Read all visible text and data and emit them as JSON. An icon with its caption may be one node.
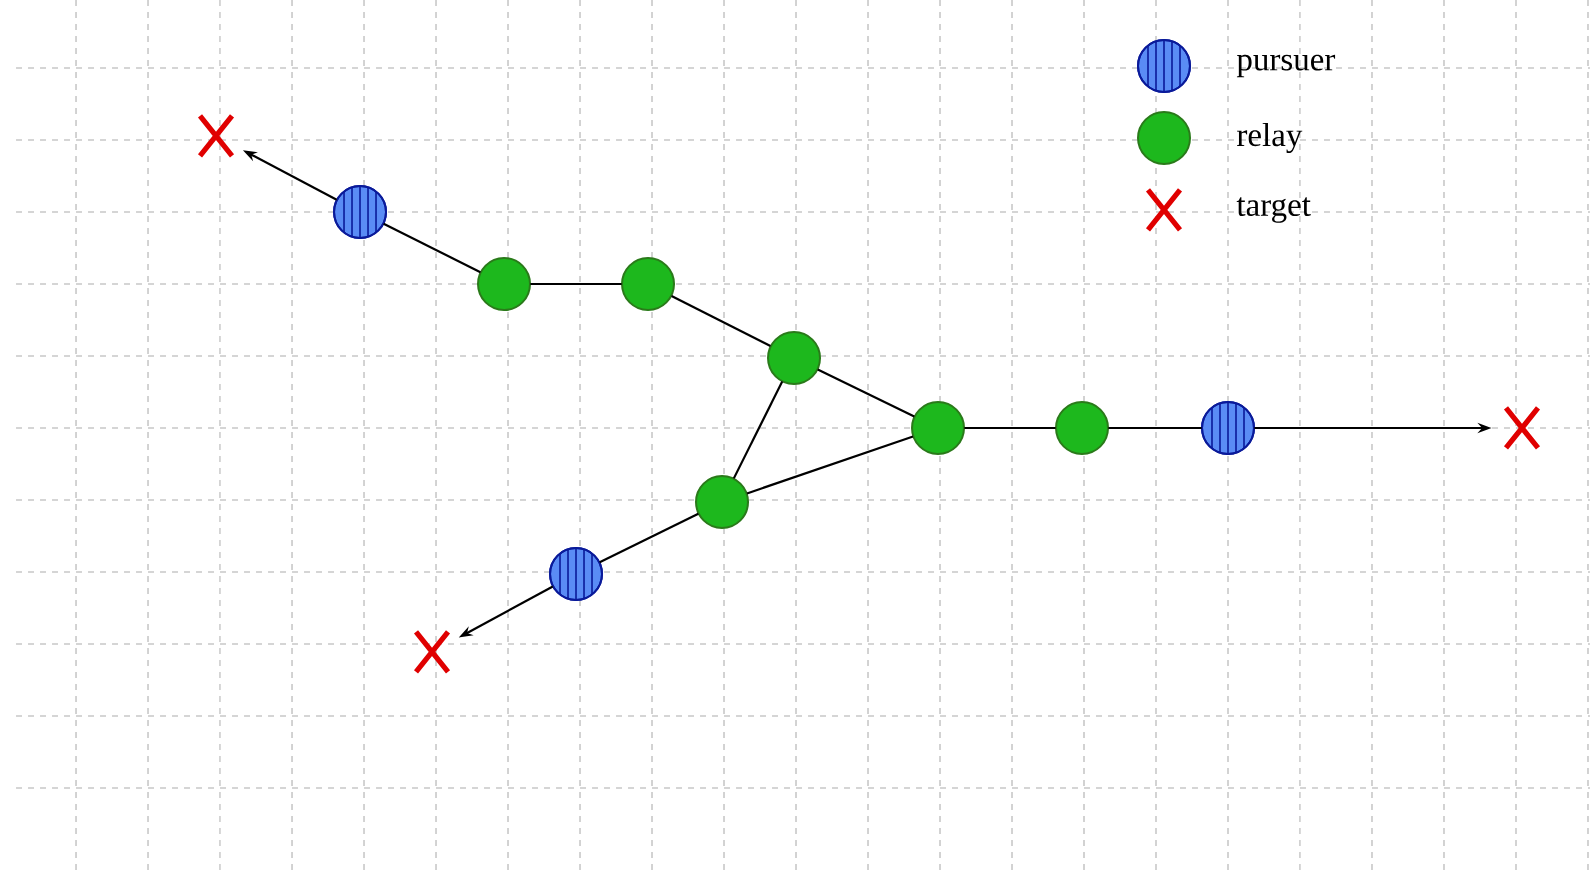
{
  "diagram": {
    "nodes": [
      {
        "text": [],
        "shape": "cross"
      },
      {
        "text": [],
        "shape": "striped-circle"
      },
      {
        "text": [],
        "shape": "circle"
      },
      {
        "text": [],
        "shape": "circle"
      },
      {
        "text": [],
        "shape": "circle"
      },
      {
        "text": [],
        "shape": "circle"
      },
      {
        "text": [],
        "shape": "circle"
      },
      {
        "text": [],
        "shape": "striped-circle"
      },
      {
        "text": [],
        "shape": "cross"
      },
      {
        "text": [],
        "shape": "circle"
      },
      {
        "text": [],
        "shape": "striped-circle"
      },
      {
        "text": [],
        "shape": "cross"
      }
    ],
    "edges": [
      {
        "from": 1,
        "to": 0,
        "arrow": "to"
      },
      {
        "from": 1,
        "to": 2,
        "arrow": "none"
      },
      {
        "from": 2,
        "to": 3,
        "arrow": "none"
      },
      {
        "from": 3,
        "to": 4,
        "arrow": "none"
      },
      {
        "from": 4,
        "to": 5,
        "arrow": "none"
      },
      {
        "from": 5,
        "to": 6,
        "arrow": "none"
      },
      {
        "from": 6,
        "to": 7,
        "arrow": "none"
      },
      {
        "from": 7,
        "to": 8,
        "arrow": "to"
      },
      {
        "from": 4,
        "to": 9,
        "arrow": "none"
      },
      {
        "from": 9,
        "to": 5,
        "arrow": "none"
      },
      {
        "from": 9,
        "to": 10,
        "arrow": "none"
      },
      {
        "from": 10,
        "to": 11,
        "arrow": "to"
      }
    ],
    "legend": [
      {
        "text": "pursuer"
      },
      {
        "text": "relay"
      },
      {
        "text": "target"
      }
    ]
  }
}
